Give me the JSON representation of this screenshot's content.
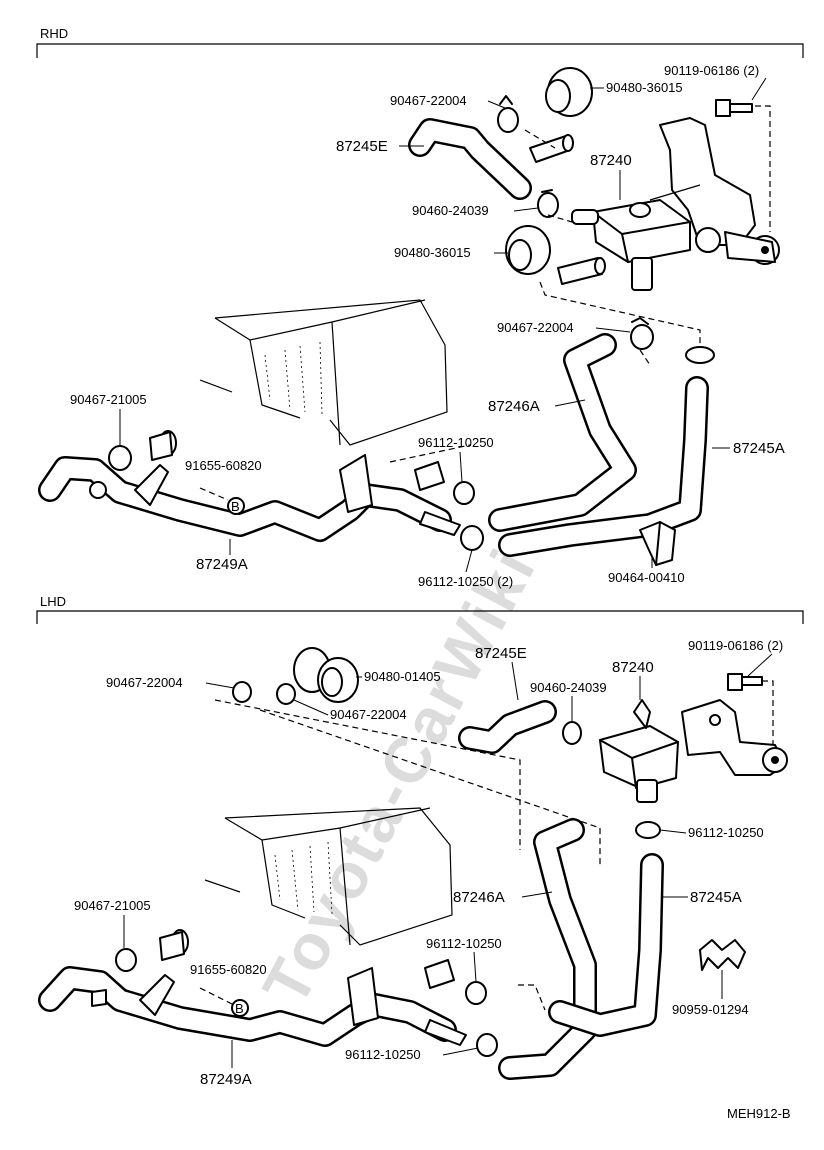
{
  "watermark": "Toyota-CarWiki",
  "drawing_code": "MEH912-B",
  "rhd": {
    "section_label": "RHD",
    "labels": {
      "p90119": "90119-06186 (2)",
      "p90480_top": "90480-36015",
      "p90467_top": "90467-22004",
      "p87245E": "87245E",
      "p87240": "87240",
      "p90460": "90460-24039",
      "p90480_mid": "90480-36015",
      "p90467_mid": "90467-22004",
      "p87246A": "87246A",
      "p87245A": "87245A",
      "p90467_21005": "90467-21005",
      "p96112_upper": "96112-10250",
      "p91655": "91655-60820",
      "p87249A": "87249A",
      "p96112_lower": "96112-10250 (2)",
      "p90464": "90464-00410",
      "bolt_marker": "B"
    }
  },
  "lhd": {
    "section_label": "LHD",
    "labels": {
      "p87245E": "87245E",
      "p90119": "90119-06186 (2)",
      "p87240": "87240",
      "p90467_left": "90467-22004",
      "p90480": "90480-01405",
      "p90460": "90460-24039",
      "p90467_right": "90467-22004",
      "p96112_right": "96112-10250",
      "p90467_21005": "90467-21005",
      "p87246A": "87246A",
      "p87245A": "87245A",
      "p96112_mid": "96112-10250",
      "p91655": "91655-60820",
      "p90959": "90959-01294",
      "p96112_lower": "96112-10250",
      "p87249A": "87249A",
      "bolt_marker": "B"
    }
  }
}
